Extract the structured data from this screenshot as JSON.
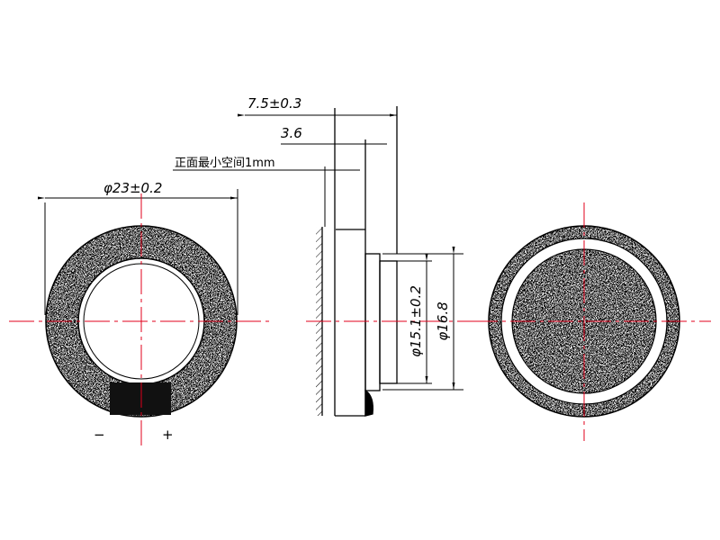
{
  "dimensions": {
    "overall_depth": "7.5±0.3",
    "body_depth": "3.6",
    "front_clearance": "正面最小空间1mm",
    "outer_diameter": "φ23±0.2",
    "inner_diameter": "φ15.1±0.2",
    "rear_diameter": "φ16.8"
  },
  "terminals": {
    "negative": "−",
    "positive": "+"
  },
  "colors": {
    "centerline": "#e0001b",
    "line": "#000000"
  }
}
